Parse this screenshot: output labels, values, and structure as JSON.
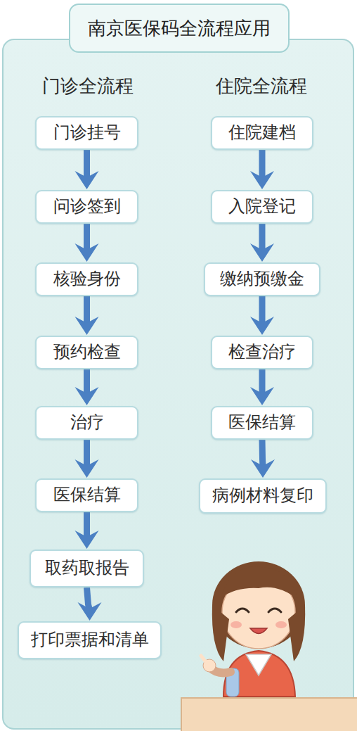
{
  "diagram": {
    "title": "南京医保码全流程应用",
    "nodes": [
      {
        "text": [
          "门诊挂号"
        ]
      },
      {
        "text": [
          "问诊签到"
        ]
      },
      {
        "text": [
          "核验身份"
        ]
      },
      {
        "text": [
          "预约检查"
        ]
      },
      {
        "text": [
          "治疗"
        ]
      },
      {
        "text": [
          "医保结算"
        ]
      },
      {
        "text": [
          "取药取报告"
        ]
      },
      {
        "text": [
          "打印票据和清单"
        ]
      },
      {
        "text": [
          "住院建档"
        ]
      },
      {
        "text": [
          "入院登记"
        ]
      },
      {
        "text": [
          "缴纳预缴金"
        ]
      },
      {
        "text": [
          "检查治疗"
        ]
      },
      {
        "text": [
          "医保结算"
        ]
      },
      {
        "text": [
          "病例材料复印"
        ]
      }
    ],
    "edges": [
      {
        "from": 0,
        "to": 1,
        "arrow": "to"
      },
      {
        "from": 1,
        "to": 2,
        "arrow": "to"
      },
      {
        "from": 2,
        "to": 3,
        "arrow": "to"
      },
      {
        "from": 3,
        "to": 4,
        "arrow": "to"
      },
      {
        "from": 4,
        "to": 5,
        "arrow": "to"
      },
      {
        "from": 5,
        "to": 6,
        "arrow": "to"
      },
      {
        "from": 6,
        "to": 7,
        "arrow": "to"
      },
      {
        "from": 8,
        "to": 9,
        "arrow": "to"
      },
      {
        "from": 9,
        "to": 10,
        "arrow": "to"
      },
      {
        "from": 10,
        "to": 11,
        "arrow": "to"
      },
      {
        "from": 11,
        "to": 12,
        "arrow": "to"
      },
      {
        "from": 12,
        "to": 13,
        "arrow": "to"
      }
    ],
    "labels": [
      "门诊全流程",
      "住院全流程"
    ]
  }
}
